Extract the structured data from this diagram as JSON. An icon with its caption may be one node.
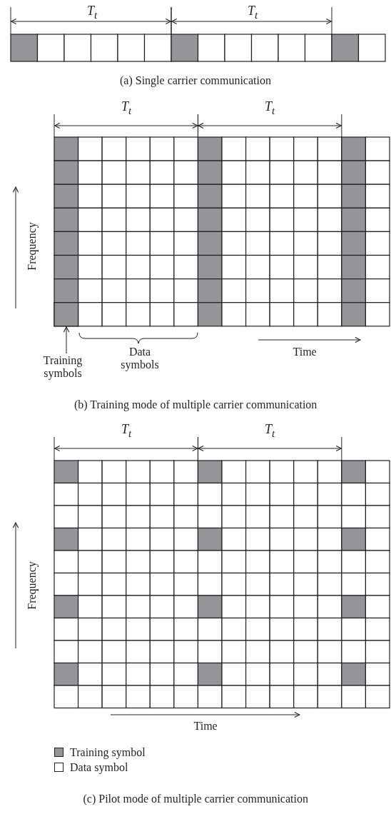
{
  "diagram": {
    "nodes": [
      {
        "text": [
          "Training symbols"
        ]
      },
      {
        "text": [],
        "shape": "box"
      }
    ],
    "edges": [
      {
        "from": 0,
        "to": 1,
        "arrow": "to"
      }
    ],
    "labels": [
      "T$_{t}$",
      "T$_{t}$",
      "(a)  Single carrier communication",
      "T$_{t}$",
      "T$_{t}$",
      "Frequency",
      "Data symbols",
      "Time",
      "(b)  Training mode of multiple carrier communication",
      "T$_{t}$",
      "T$_{t}$",
      "Frequency",
      "Time",
      "(c)  Pilot mode of multiple carrier communication"
    ],
    "legend": [
      {
        "text": "Training symbol",
        "color": "#939598"
      },
      {
        "text": "Data symbol",
        "color": "#ffffff"
      }
    ]
  }
}
